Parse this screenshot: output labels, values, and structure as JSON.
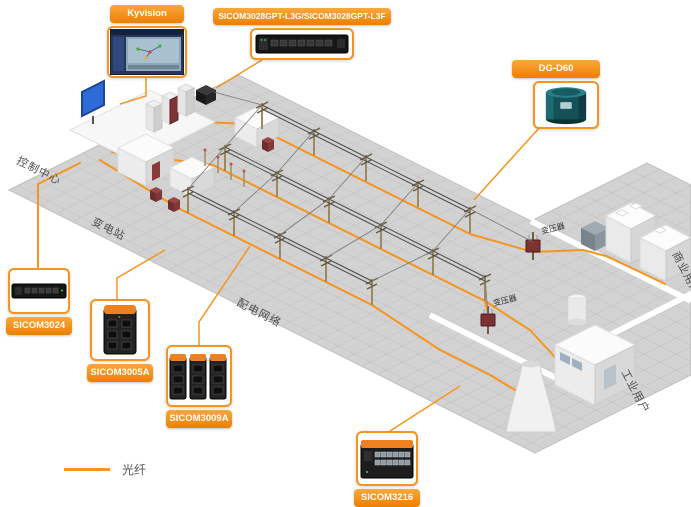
{
  "diagram": {
    "callouts": {
      "kyvision": "Kyvision",
      "sicom3028": "SICOM3028GPT-L3G/SICOM3028GPT-L3F",
      "dg_d60": "DG-D60",
      "sicom3024": "SICOM3024",
      "sicom3005a": "SICOM3005A",
      "sicom3009a": "SICOM3009A",
      "sicom3216": "SICOM3216"
    },
    "areas": {
      "control_center": "控制中心",
      "substation": "变电站",
      "distribution_network": "配电网络",
      "commercial_users": "商业用户",
      "industrial_users": "工业用户"
    },
    "equipment_labels": {
      "transformer_1": "变压器",
      "transformer_2": "变压器"
    },
    "legend": {
      "fiber": "光纤"
    },
    "colors": {
      "accent_orange": "#F7941E",
      "grid_gray": "#D2D2D2"
    }
  }
}
